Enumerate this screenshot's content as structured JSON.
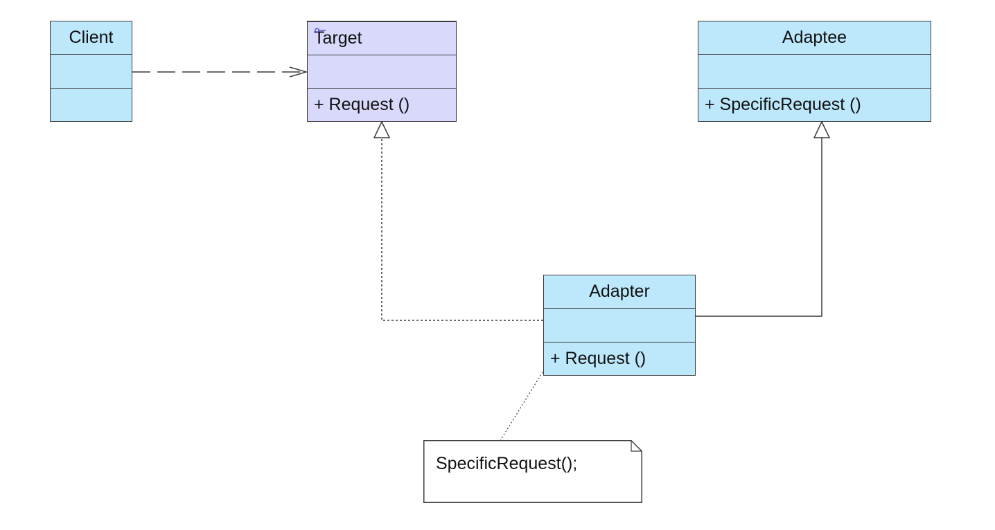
{
  "colors": {
    "class_fill": "#bde8fb",
    "interface_fill": "#d9d9fc",
    "line": "#3a3a3a",
    "interface_marker": "#3f3fd6",
    "note_fill": "#ffffff"
  },
  "classes": {
    "client": {
      "name": "Client",
      "attributes": "",
      "operations": ""
    },
    "target": {
      "name": "Target",
      "stereotype_icon": "interface-icon",
      "attributes": "",
      "operations": "+  Request ()"
    },
    "adaptee": {
      "name": "Adaptee",
      "attributes": "",
      "operations": "+  SpecificRequest ()"
    },
    "adapter": {
      "name": "Adapter",
      "attributes": "",
      "operations": "+  Request ()"
    }
  },
  "relationships": [
    {
      "from": "Client",
      "to": "Target",
      "kind": "dependency"
    },
    {
      "from": "Adapter",
      "to": "Target",
      "kind": "realization"
    },
    {
      "from": "Adapter",
      "to": "Adaptee",
      "kind": "generalization"
    },
    {
      "from": "Adapter.Request",
      "to": "note",
      "kind": "note-anchor"
    }
  ],
  "note": {
    "text": "SpecificRequest();"
  }
}
